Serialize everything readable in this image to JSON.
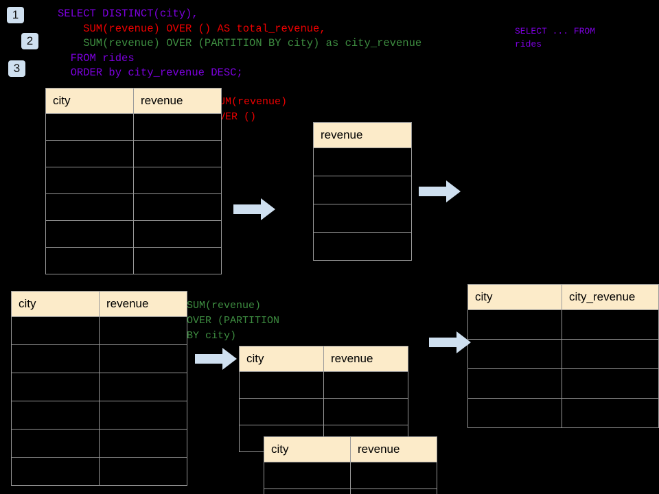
{
  "background_color": "#000000",
  "badges": [
    {
      "label": "1",
      "name": "step-badge-1"
    },
    {
      "label": "2",
      "name": "step-badge-2"
    },
    {
      "label": "3",
      "name": "step-badge-3"
    }
  ],
  "colors": {
    "badge_bg": "#CFE0F0",
    "header_bg": "#FCEBC9",
    "grid_line": "#9A9A9A",
    "keyword_purple": "#7D00E0",
    "total_revenue_red": "#EE0000",
    "city_revenue_green": "#3E8E41",
    "arrow_fill": "#CFE0F0"
  },
  "query": {
    "line1": "SELECT DISTINCT(city),",
    "line2": "    SUM(revenue) OVER () AS total_revenue,",
    "line3": "    SUM(revenue) OVER (PARTITION BY city) as city_revenue",
    "line4": "  FROM rides",
    "line5": "  ORDER by city_revenue DESC;"
  },
  "side_note": {
    "line1": "SELECT ... FROM",
    "line2": "rides"
  },
  "annotations": {
    "total_revenue": "SUM(revenue)\nOVER ()",
    "city_revenue": "SUM(revenue)\nOVER (PARTITION\nBY city)"
  },
  "tables": {
    "source_1": {
      "name": "source-table-rides-top",
      "headers": [
        "city",
        "revenue"
      ],
      "row_count": 6
    },
    "total_revenue": {
      "name": "total-revenue-table",
      "headers": [
        "revenue"
      ],
      "row_count": 4
    },
    "source_2": {
      "name": "source-table-rides-bottom",
      "headers": [
        "city",
        "revenue"
      ],
      "row_count": 6
    },
    "partition_1": {
      "name": "partition-group-table-1",
      "headers": [
        "city",
        "revenue"
      ],
      "row_count": 3
    },
    "partition_2": {
      "name": "partition-group-table-2",
      "headers": [
        "city",
        "revenue"
      ],
      "row_count": 2
    },
    "result": {
      "name": "result-table",
      "headers": [
        "city",
        "city_revenue"
      ],
      "row_count": 4
    }
  },
  "arrows": [
    {
      "name": "arrow-source-to-total-revenue"
    },
    {
      "name": "arrow-total-revenue-to-result"
    },
    {
      "name": "arrow-source-to-partition"
    },
    {
      "name": "arrow-partition-to-result"
    }
  ]
}
